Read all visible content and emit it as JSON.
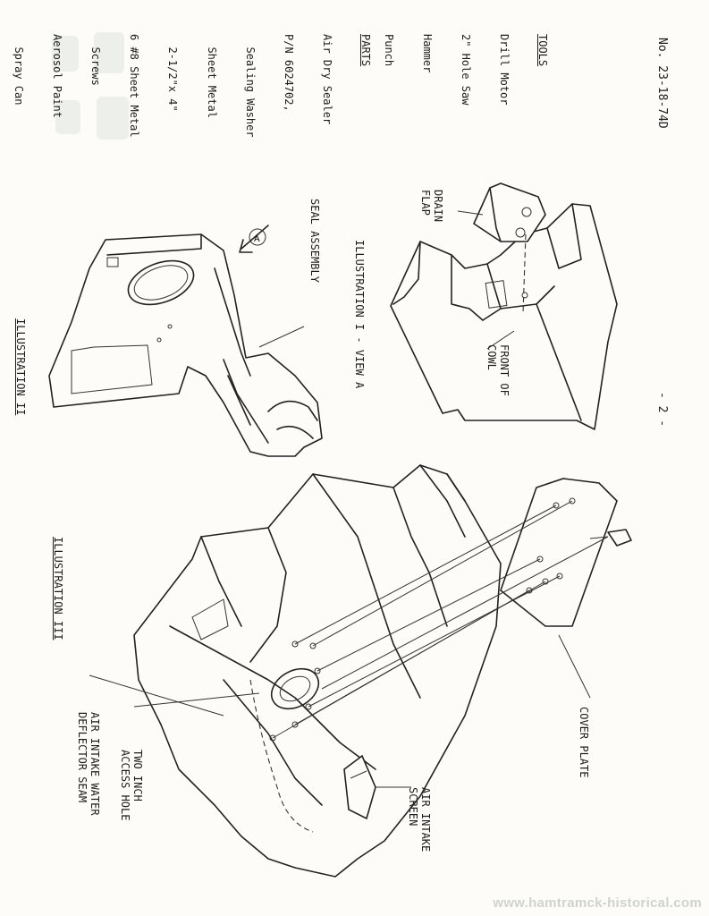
{
  "doc": {
    "number": "No. 23-18-74D",
    "page": "- 2 -",
    "watermark": "www.hamtramck-historical.com"
  },
  "tools": {
    "heading": "TOOLS",
    "lines": [
      "Drill Motor",
      "2\" Hole Saw",
      "Hammer",
      "Punch"
    ]
  },
  "parts": {
    "heading": "PARTS",
    "lines": [
      "Air Dry Sealer",
      "P/N 6024702,",
      "  Sealing Washer",
      "  Sheet Metal",
      "  2-1/2\"x 4\"",
      "6 #8 Sheet Metal",
      "  Screws",
      "Aerosol Paint",
      "  Spray Can"
    ]
  },
  "illustrations": {
    "one": {
      "title": "ILLUSTRATION I - VIEW A",
      "drain_flap": "DRAIN\nFLAP",
      "front_of_cowl": "FRONT OF\nCOWL"
    },
    "two": {
      "title": "ILLUSTRATION II",
      "seal_assembly": "SEAL ASSEMBLY",
      "view_marker": "A"
    },
    "three": {
      "title": "ILLUSTRATION III",
      "cover_plate": "COVER PLATE",
      "access_hole": "TWO INCH\nACCESS HOLE",
      "deflector_seam": "AIR INTAKE WATER\nDEFLECTOR SEAM",
      "screen": "AIR INTAKE\nSCREEN"
    }
  }
}
